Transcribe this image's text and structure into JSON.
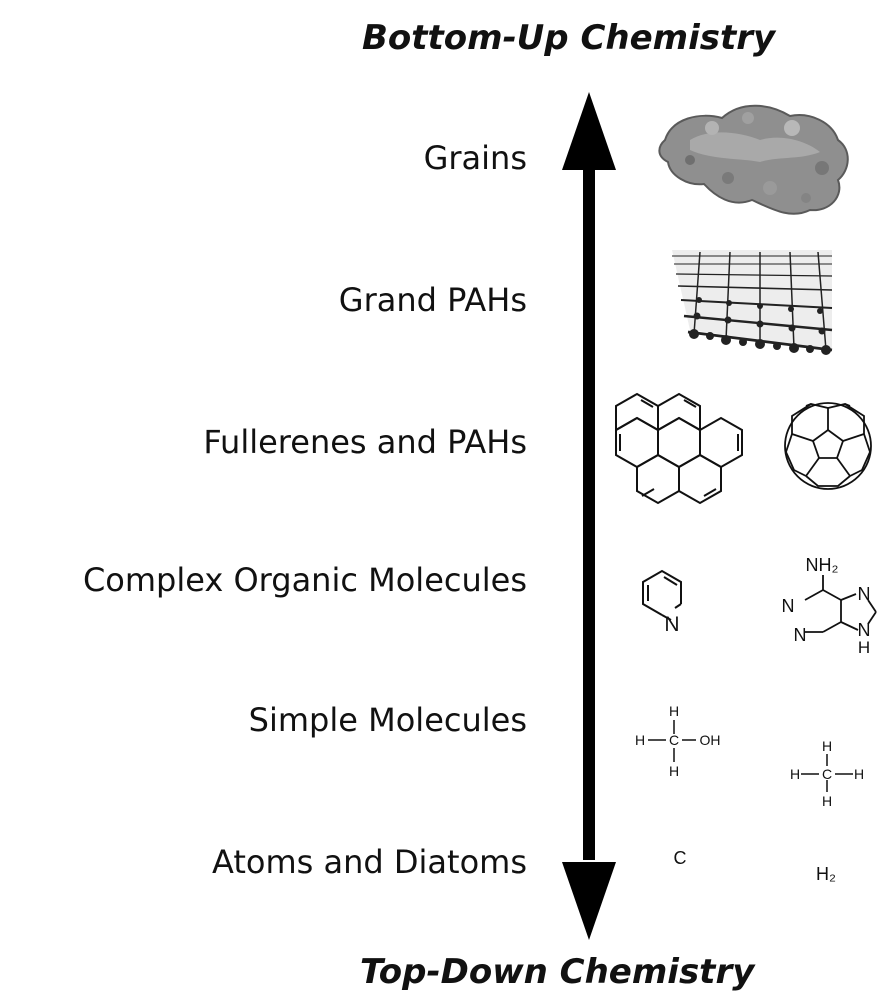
{
  "titles": {
    "top": "Bottom-Up Chemistry",
    "bottom": "Top-Down Chemistry"
  },
  "levels": [
    {
      "label": "Grains"
    },
    {
      "label": "Grand PAHs"
    },
    {
      "label": "Fullerenes and PAHs"
    },
    {
      "label": "Complex Organic Molecules"
    },
    {
      "label": "Simple Molecules"
    },
    {
      "label": "Atoms and Diatoms"
    }
  ],
  "molecules": {
    "pyridine_n": "N",
    "adenine_nh2": "NH₂",
    "adenine_n": "N",
    "adenine_h": "H",
    "methanol_h": "H",
    "methanol_c": "C",
    "methanol_oh": "OH",
    "methane_h": "H",
    "methane_c": "C",
    "atom_c": "C",
    "diatom_h2": "H₂"
  },
  "icons": [
    "double-arrow-icon",
    "grain-icon",
    "graphene-sheet-icon",
    "coronene-icon",
    "fullerene-icon"
  ]
}
